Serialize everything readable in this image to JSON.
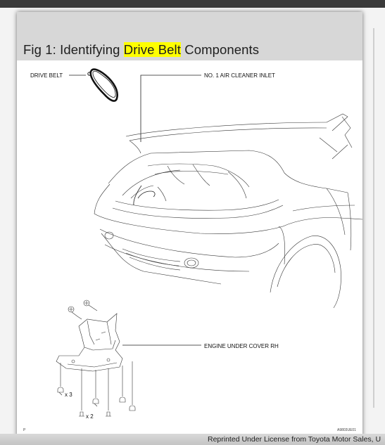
{
  "figure": {
    "title_prefix": "Fig 1: Identifying ",
    "title_highlight": "Drive Belt",
    "title_suffix": " Components"
  },
  "diagram": {
    "labels": {
      "drive_belt": "DRIVE BELT",
      "air_cleaner_inlet": "NO. 1 AIR CLEANER INLET",
      "engine_under_cover": "ENGINE UNDER COVER RH",
      "qty_x3": "x 3",
      "qty_x2": "x 2"
    },
    "corner_marker": "P",
    "ref_code": "A9803UE01"
  },
  "footer": {
    "credit": "Reprinted Under License from Toyota Motor Sales, U"
  },
  "colors": {
    "highlight": "#ffff00",
    "title_bar": "#d7d7d7",
    "top_strip": "#3a3a3a"
  }
}
